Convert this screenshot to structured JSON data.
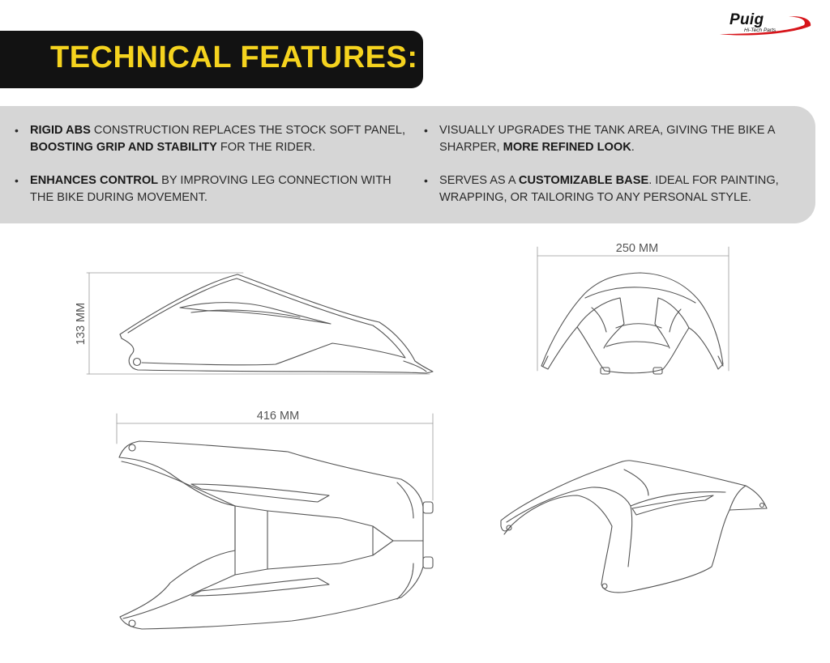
{
  "header": {
    "title": "TECHNICAL FEATURES:"
  },
  "brand": {
    "name": "Puig",
    "tagline": "Hi-Tech Parts",
    "accent_color": "#d7141a"
  },
  "features": [
    {
      "parts": [
        {
          "text": "RIGID ABS",
          "bold": true
        },
        {
          "text": " CONSTRUCTION REPLACES THE STOCK SOFT PANEL, ",
          "bold": false
        },
        {
          "text": "BOOSTING GRIP AND STABILITY",
          "bold": true
        },
        {
          "text": " FOR THE RIDER.",
          "bold": false
        }
      ]
    },
    {
      "parts": [
        {
          "text": "ENHANCES CONTROL",
          "bold": true
        },
        {
          "text": " BY IMPROVING LEG CONNECTION WITH THE BIKE DURING MOVEMENT.",
          "bold": false
        }
      ]
    },
    {
      "parts": [
        {
          "text": "VISUALLY UPGRADES THE TANK AREA, GIVING THE BIKE A SHARPER, ",
          "bold": false
        },
        {
          "text": "MORE REFINED LOOK",
          "bold": true
        },
        {
          "text": ".",
          "bold": false
        }
      ]
    },
    {
      "parts": [
        {
          "text": "SERVES AS A ",
          "bold": false
        },
        {
          "text": "CUSTOMIZABLE BASE",
          "bold": true
        },
        {
          "text": ". IDEAL FOR PAINTING, WRAPPING, OR TAILORING TO ANY PERSONAL STYLE.",
          "bold": false
        }
      ]
    }
  ],
  "dimensions": {
    "height": "133 MM",
    "width": "250 MM",
    "length": "416 MM"
  },
  "colors": {
    "banner_bg": "#121212",
    "title_color": "#f5d31e",
    "panel_bg": "#d6d6d6"
  }
}
